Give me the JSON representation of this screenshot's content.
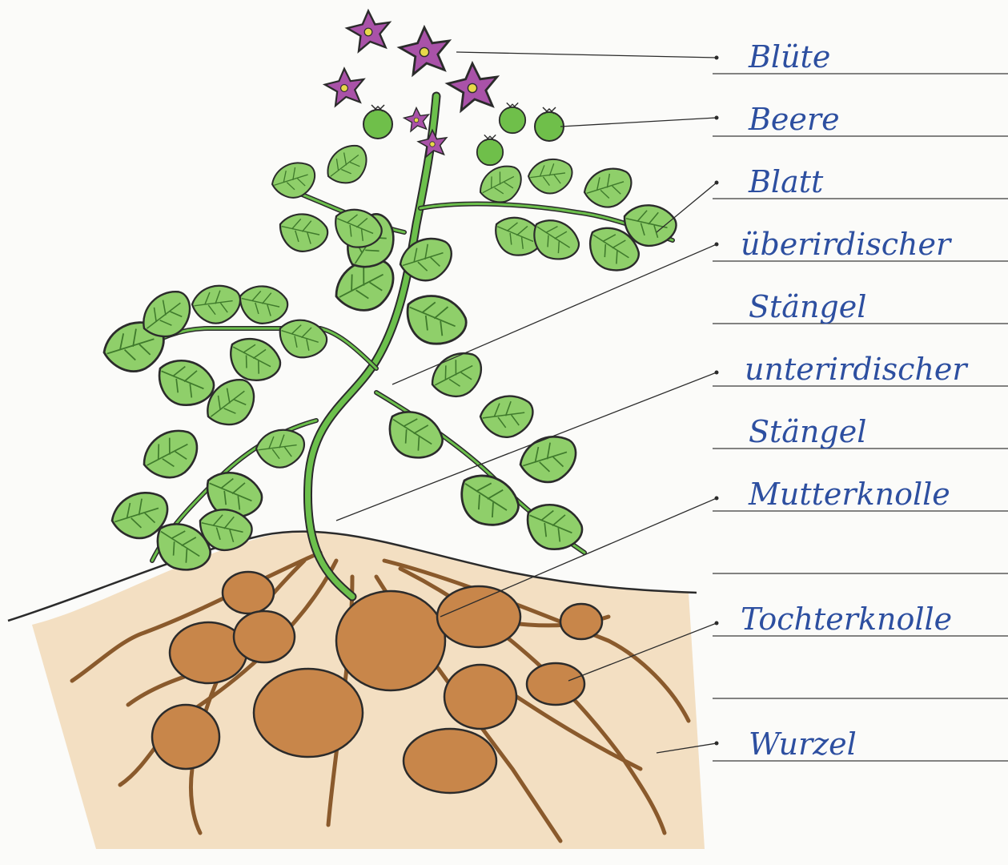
{
  "colors": {
    "ink": "#2b2b2b",
    "label": "#2d4fa0",
    "leaf": "#8fcf6a",
    "leaf_dark": "#5fae45",
    "stem": "#6cc04c",
    "flower": "#a952a8",
    "flower_light": "#c98ad0",
    "berry": "#6fbf4a",
    "tuber": "#c8864a",
    "tuber_dark": "#a96a36",
    "soil": "#f1d9b8",
    "paper": "#fbfbf9"
  },
  "labels": [
    {
      "key": "bluete",
      "text": "Blüte"
    },
    {
      "key": "beere",
      "text": "Beere"
    },
    {
      "key": "blatt",
      "text": "Blatt"
    },
    {
      "key": "ueberirdischer_1",
      "text": "überirdischer"
    },
    {
      "key": "ueberirdischer_2",
      "text": "Stängel"
    },
    {
      "key": "unterirdischer_1",
      "text": "unterirdischer"
    },
    {
      "key": "unterirdischer_2",
      "text": "Stängel"
    },
    {
      "key": "mutterknolle",
      "text": "Mutterknolle"
    },
    {
      "key": "tochterknolle",
      "text": "Tochterknolle"
    },
    {
      "key": "wurzel",
      "text": "Wurzel"
    }
  ]
}
